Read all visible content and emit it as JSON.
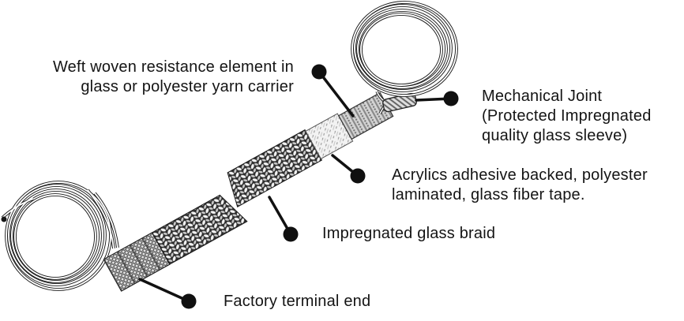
{
  "figure": {
    "type": "annotated-parts-diagram",
    "subject": "heating cable construction",
    "colors": {
      "background": "#ffffff",
      "ink": "#141414",
      "braid_dark": "#2e2e2e",
      "terminal_gray": "#4f4f4f",
      "tape_light": "#f3f3f3",
      "element_gray": "#d4d4d4"
    },
    "labels": {
      "weft_woven": "Weft woven resistance element in\nglass or polyester yarn carrier",
      "mechanical_joint": "Mechanical Joint\n(Protected Impregnated\nquality glass sleeve)",
      "acrylic_tape": "Acrylics adhesive backed, polyester\nlaminated, glass fiber tape.",
      "glass_braid": "Impregnated glass braid",
      "factory_terminal": "Factory terminal end"
    }
  }
}
